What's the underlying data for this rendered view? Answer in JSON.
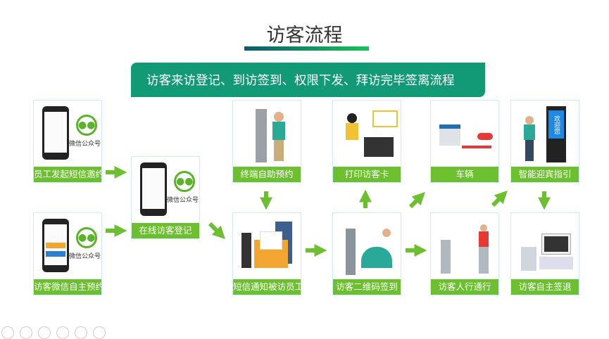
{
  "title": "访客流程",
  "banner": "访客来访登记、到访签到、权限下发、拜访完毕签离流程",
  "wechat_label": "微信公众号",
  "steps": [
    {
      "label": "员工发起短信邀约"
    },
    {
      "label": "访客微信自主预约"
    },
    {
      "label": "在线访客登记"
    },
    {
      "label": "终端自助预约"
    },
    {
      "label": "短信通知被访员工"
    },
    {
      "label": "打印访客卡"
    },
    {
      "label": "访客二维码签到"
    },
    {
      "label": "车辆"
    },
    {
      "label": "访客人行通行"
    },
    {
      "label": "智能迎宾指引"
    },
    {
      "label": "访客自主签退"
    }
  ],
  "kiosk_screen_text": "欢迎您",
  "colors": {
    "accent": "#6cbf2f",
    "banner": "#129a76"
  }
}
